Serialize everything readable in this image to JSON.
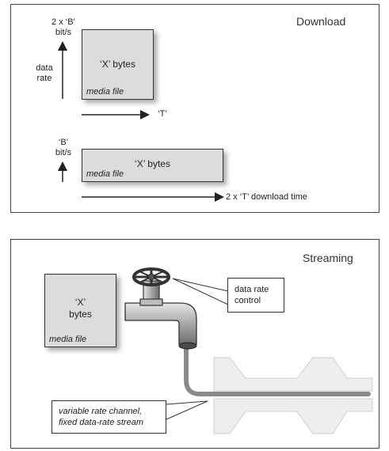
{
  "download": {
    "title": "Download",
    "top_rate_label": "2 x ‘B’\nbit/s",
    "y_axis_label": "data\nrate",
    "top_box_text": "‘X’ bytes",
    "top_box_caption": "media file",
    "top_time_label": "‘T’",
    "bottom_rate_label": "‘B’\nbit/s",
    "bottom_box_text": "‘X’ bytes",
    "bottom_box_caption": "media file",
    "bottom_time_label": "2 x ‘T’ download time"
  },
  "streaming": {
    "title": "Streaming",
    "box_text": "‘X’\nbytes",
    "box_caption": "media file",
    "valve_callout": "data rate\ncontrol",
    "channel_callout": "variable rate channel,\nfixed data-rate stream"
  }
}
